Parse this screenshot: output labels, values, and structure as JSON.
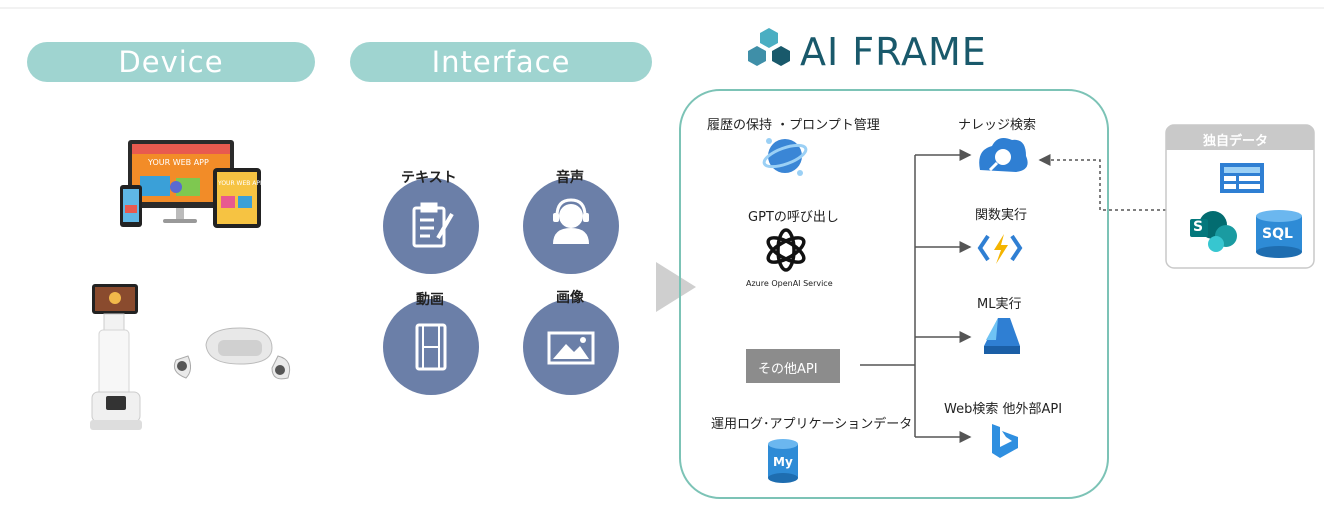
{
  "sections": {
    "device": "Device",
    "interface": "Interface"
  },
  "brand": {
    "name": "AI FRAME",
    "accent": "#19596b"
  },
  "device": {
    "web_app_screen": "YOUR WEB APP",
    "tablet_screen": "YOUR WEB APP"
  },
  "interface_items": {
    "text": "テキスト",
    "voice": "音声",
    "video": "動画",
    "image": "画像"
  },
  "ai_frame": {
    "history": "履歴の保持 ・プロンプト管理",
    "gpt_call": "GPTの呼び出し",
    "azure_openai": "Azure OpenAI Service",
    "other_api": "その他API",
    "operation_log": "運用ログ･アプリケーションデータ",
    "mysql_badge": "My"
  },
  "services": {
    "knowledge_search": "ナレッジ検索",
    "function_exec": "関数実行",
    "ml_exec": "ML実行",
    "web_search": "Web検索 他外部API"
  },
  "own_data": {
    "title": "独自データ",
    "sharepoint": "S",
    "sql": "SQL"
  },
  "colors": {
    "pill": "#9fd4d0",
    "circle": "#6b7fa8",
    "frame_border": "#7cc3b6",
    "arrow": "#cfcfcf",
    "own_data_header": "#c9c9c9"
  }
}
